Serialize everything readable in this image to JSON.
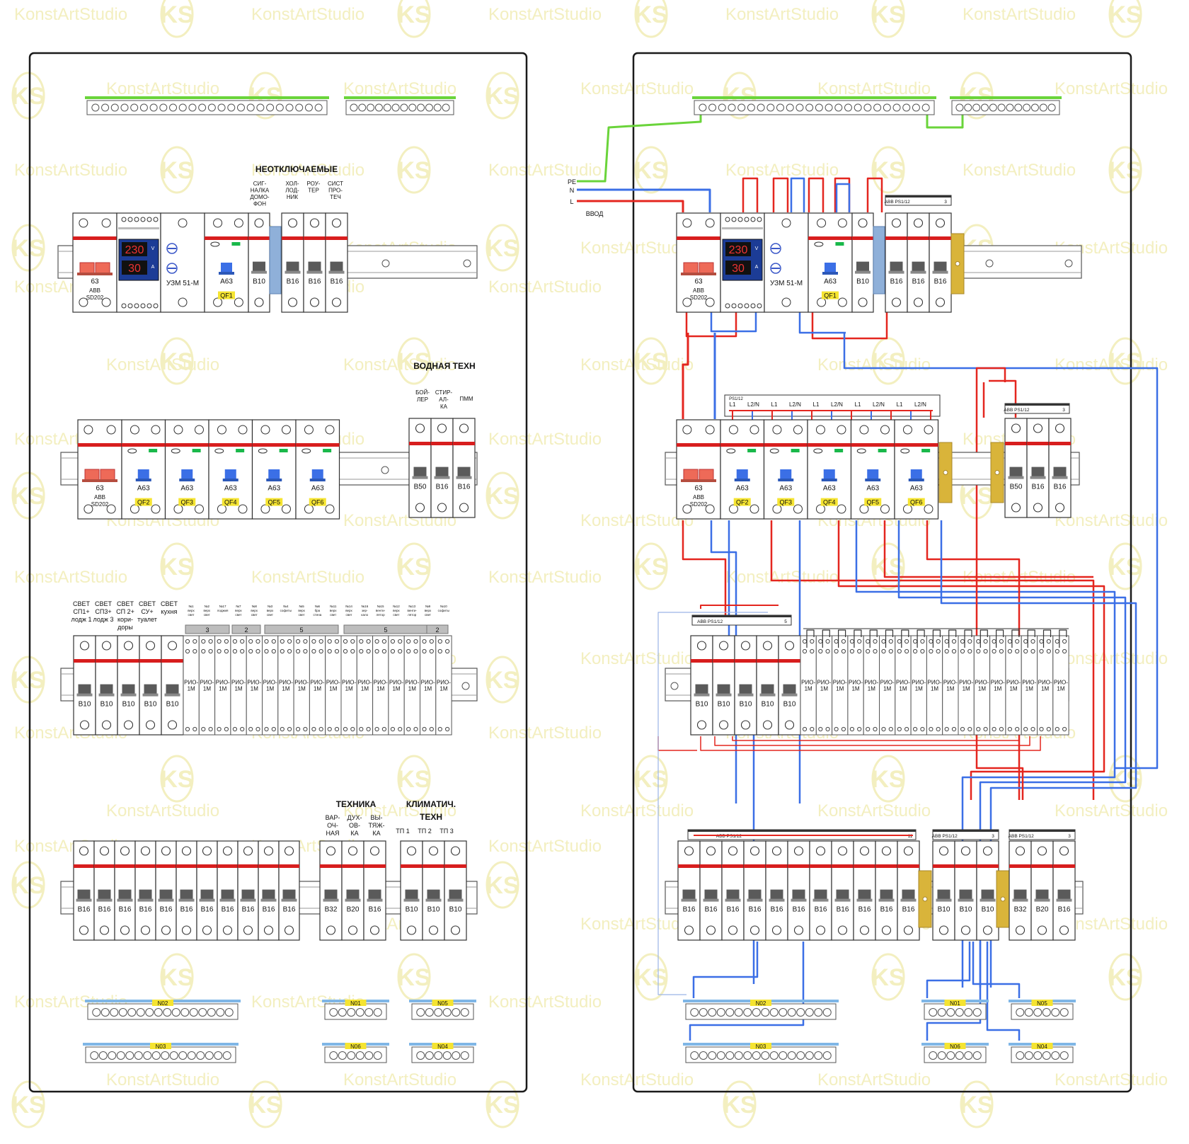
{
  "watermark": {
    "text": "KonstArtStudio",
    "logo": "KS",
    "color": "#f3efc0"
  },
  "colors": {
    "phase": "#e4261f",
    "neutral": "#3b6fe6",
    "pe": "#6ad43a",
    "din_red": "#d81e1e",
    "bus_label": "#f5e431",
    "bracket": "#d9b43a",
    "led_green": "#19b84a"
  },
  "feed_labels": {
    "pe": "PE",
    "n": "N",
    "l": "L",
    "input": "ВВОД"
  },
  "group_labels": {
    "non_switchable": "НЕОТКЛЮЧАЕМЫЕ",
    "water_tech": "ВОДНАЯ ТЕХН",
    "appliances": "ТЕХНИКА",
    "climate": "КЛИМАТИЧ.",
    "climate_2": "ТЕХН"
  },
  "row1": {
    "main_switch": {
      "rating": "63",
      "brand": "ABB",
      "model": "SD202"
    },
    "relay": {
      "voltage": "230",
      "current": "30",
      "unit_v": "V",
      "unit_a": "A",
      "name": "УЗМ 51-М"
    },
    "rcd": {
      "rating": "A63",
      "tag": "QF1"
    },
    "breaker": "B10",
    "loads": [
      "B16",
      "B16",
      "B16"
    ],
    "captions": [
      [
        "СИГ-",
        "НАЛКА",
        "ДОМО-",
        "ФОН"
      ],
      [
        "ХОЛ-",
        "ЛОД-",
        "НИК"
      ],
      [
        "РОУ-",
        "ТЕР"
      ],
      [
        "СИСТ",
        "ПРО-",
        "ТЕЧ"
      ]
    ]
  },
  "row2": {
    "main_switch": {
      "rating": "63",
      "brand": "ABB",
      "model": "SD202"
    },
    "rcds": [
      {
        "rating": "A63",
        "tag": "QF2"
      },
      {
        "rating": "A63",
        "tag": "QF3"
      },
      {
        "rating": "A63",
        "tag": "QF4"
      },
      {
        "rating": "A63",
        "tag": "QF5"
      },
      {
        "rating": "A63",
        "tag": "QF6"
      }
    ],
    "water_breakers": [
      "B50",
      "B16",
      "B16"
    ],
    "water_captions": [
      [
        "БОЙ-",
        "ЛЕР"
      ],
      [
        "СТИР-",
        "АЛ-",
        "КА"
      ],
      [
        "ПММ"
      ]
    ],
    "comb": {
      "label": "PS1/12",
      "phase_labels": [
        "L1",
        "L2/N",
        "L1",
        "L2/N",
        "L1",
        "L2/N",
        "L1",
        "L2/N",
        "L1",
        "L2/N"
      ]
    },
    "comb_small": {
      "brand": "ABB",
      "label": "PS1/12",
      "poles": "3"
    }
  },
  "row3": {
    "breakers": [
      "B10",
      "B10",
      "B10",
      "B10",
      "B10"
    ],
    "breaker_captions": [
      [
        "СВЕТ",
        "СП1+",
        "лодж 1"
      ],
      [
        "СВЕТ",
        "СП3+",
        "лодж 3"
      ],
      [
        "СВЕТ",
        "СП 2+",
        "кори-",
        "доры"
      ],
      [
        "СВЕТ",
        "СУ+",
        "туалет"
      ],
      [
        "СВЕТ",
        "кухня"
      ]
    ],
    "relay_name": "РИО-",
    "relay_model": "1М",
    "relay_count": 17,
    "relay_captions": [
      [
        "№1",
        "верх",
        "свет"
      ],
      [
        "№2",
        "верх",
        "свет"
      ],
      [
        "№17",
        "лоджия"
      ],
      [
        "№7",
        "верх",
        "свет"
      ],
      [
        "№8",
        "верх",
        "свет"
      ],
      [
        "№3",
        "верх",
        "свет"
      ],
      [
        "№4",
        "софиты"
      ],
      [
        "№5",
        "верх",
        "свет"
      ],
      [
        "№6",
        "бра",
        "стена"
      ],
      [
        "№11",
        "верх",
        "свет"
      ],
      [
        "№14",
        "верх",
        "свет"
      ],
      [
        "№16",
        "зер-",
        "кало"
      ],
      [
        "№15",
        "венти-",
        "лятор"
      ],
      [
        "№12",
        "верх",
        "свет"
      ],
      [
        "№13",
        "венти-",
        "лятор"
      ],
      [
        "№9",
        "верх",
        "свет"
      ],
      [
        "№10",
        "софиты"
      ]
    ],
    "group_badges": [
      "3",
      "2",
      "5",
      "5",
      "2"
    ],
    "comb": {
      "brand": "ABB",
      "label": "PS1/12",
      "poles": "5"
    }
  },
  "row4": {
    "sockets": [
      "B16",
      "B16",
      "B16",
      "B16",
      "B16",
      "B16",
      "B16",
      "B16",
      "B16",
      "B16",
      "B16"
    ],
    "appliance_breakers": [
      "B32",
      "B20",
      "B16"
    ],
    "appliance_captions": [
      [
        "ВАР-",
        "ОЧ-",
        "НАЯ"
      ],
      [
        "ДУХ-",
        "ОВ-",
        "КА"
      ],
      [
        "ВЫ-",
        "ТЯЖ-",
        "КА"
      ]
    ],
    "climate_breakers": [
      "B10",
      "B10",
      "B10"
    ],
    "climate_captions": [
      "ТП 1",
      "ТП 2",
      "ТП 3"
    ],
    "comb_sockets": {
      "brand": "ABB",
      "label": "PS1/12",
      "poles": "11"
    },
    "comb_small": {
      "brand": "ABB",
      "label": "PS1/12",
      "poles": "3"
    }
  },
  "neutral_bars": [
    "N02",
    "N01",
    "N05",
    "N03",
    "N06",
    "N04"
  ]
}
